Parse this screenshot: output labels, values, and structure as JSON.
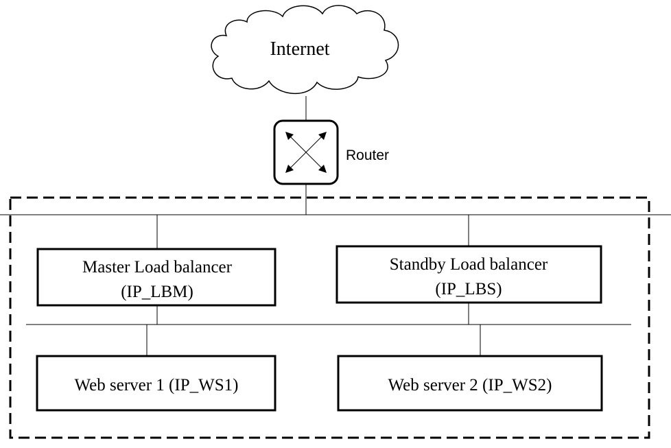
{
  "internet": {
    "label": "Internet"
  },
  "router": {
    "label": "Router"
  },
  "load_balancers": {
    "master": {
      "name": "Master Load balancer",
      "ip": "(IP_LBM)"
    },
    "standby": {
      "name": "Standby Load balancer",
      "ip": "(IP_LBS)"
    }
  },
  "web_servers": {
    "ws1": {
      "label": "Web server 1 (IP_WS1)"
    },
    "ws2": {
      "label": "Web server 2 (IP_WS2)"
    }
  },
  "colors": {
    "stroke": "#000000",
    "background": "#ffffff"
  }
}
